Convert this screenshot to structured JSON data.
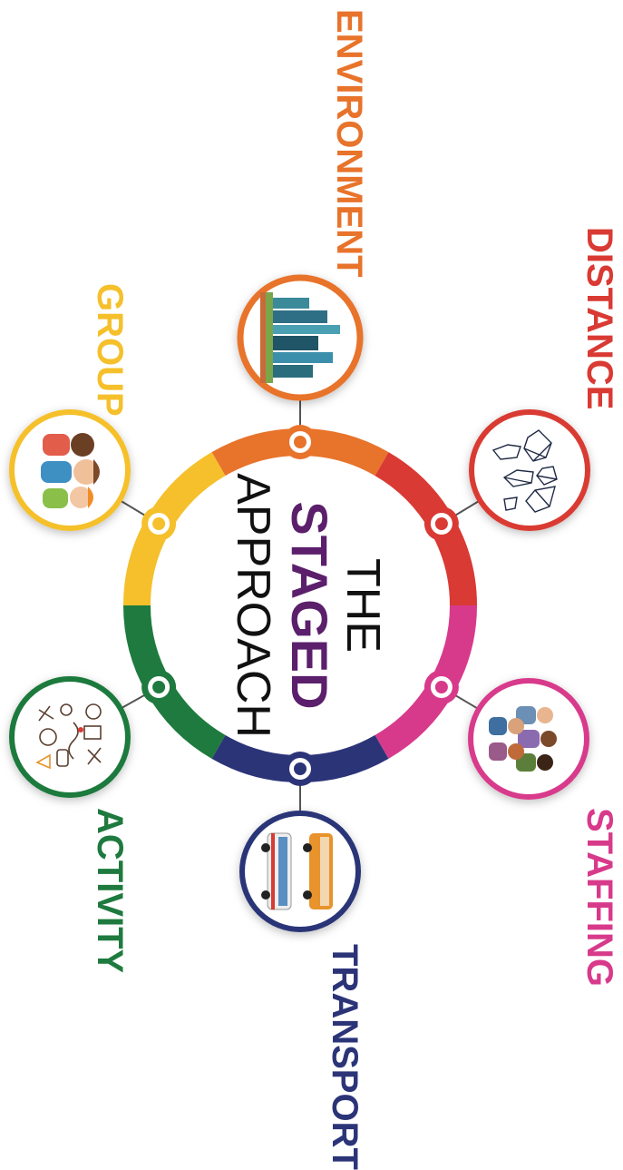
{
  "title": {
    "line1": "THE",
    "line2": "STAGED",
    "line3": "APPROACH"
  },
  "colors": {
    "title_accent": "#5b1f6b",
    "title_text": "#111111"
  },
  "categories": [
    {
      "id": "environment",
      "label": "ENVIRONMENT",
      "color": "#e8732b",
      "icon": "city-skyline-icon"
    },
    {
      "id": "distance",
      "label": "DISTANCE",
      "color": "#d93a33",
      "icon": "world-map-icon"
    },
    {
      "id": "staffing",
      "label": "STAFFING",
      "color": "#d83a8b",
      "icon": "staff-people-icon"
    },
    {
      "id": "transport",
      "label": "TRANSPORT",
      "color": "#2c3478",
      "icon": "bus-icon"
    },
    {
      "id": "activity",
      "label": "ACTIVITY",
      "color": "#1e7a3e",
      "icon": "activities-doodle-icon"
    },
    {
      "id": "group",
      "label": "GROUP",
      "color": "#f5c02b",
      "icon": "children-group-icon"
    }
  ]
}
